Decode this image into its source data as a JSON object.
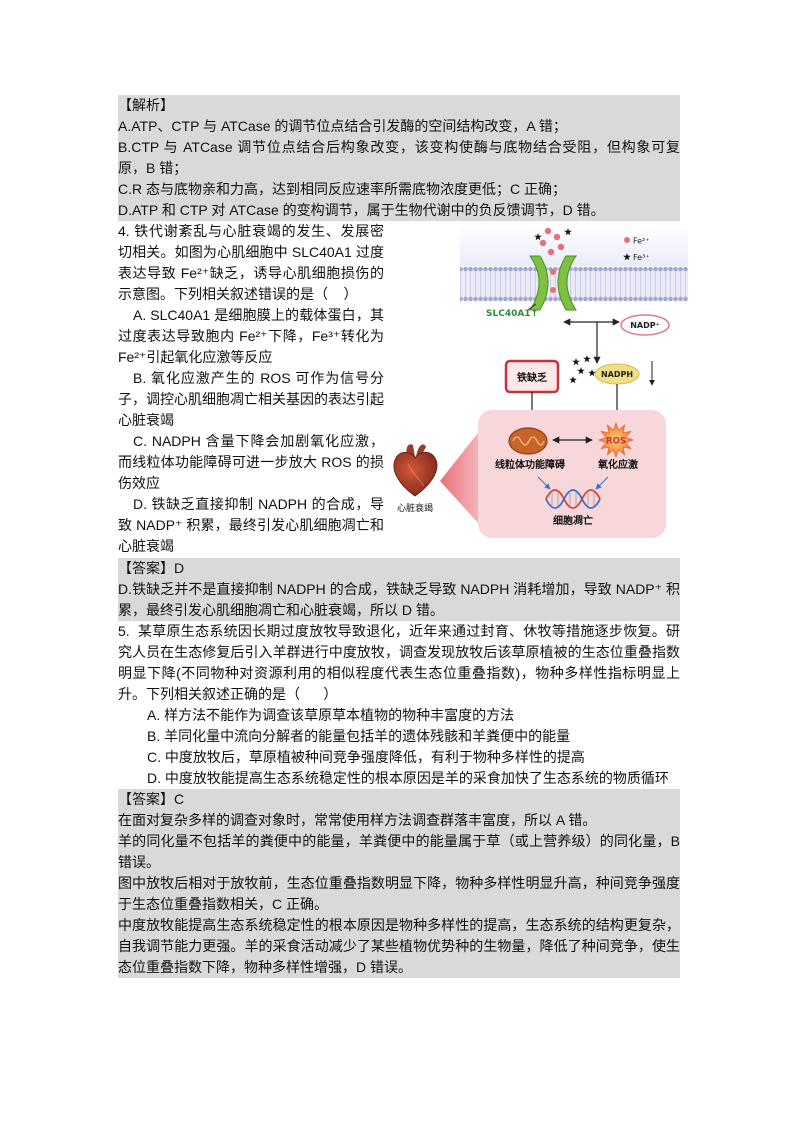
{
  "analysis": {
    "heading": "【解析】",
    "items": [
      "A.ATP、CTP 与 ATCase 的调节位点结合引发酶的空间结构改变，A 错；",
      "B.CTP 与 ATCase 调节位点结合后构象改变，该变构使酶与底物结合受阻，但构象可复原，B 错；",
      "C.R 态与底物亲和力高，达到相同反应速率所需底物浓度更低；C 正确；",
      "D.ATP 和 CTP 对 ATCase 的变构调节，属于生物代谢中的负反馈调节，D 错。"
    ]
  },
  "question4": {
    "stem": "4. 铁代谢紊乱与心脏衰竭的发生、发展密切相关。如图为心肌细胞中 SLC40A1 过度表达导致 Fe²⁺缺乏，诱导心肌细胞损伤的示意图。下列相关叙述错误的是（    ）",
    "options": [
      "A. SLC40A1 是细胞膜上的载体蛋白，其过度表达导致胞内 Fe²⁺下降，Fe³⁺转化为Fe²⁺引起氧化应激等反应",
      "B. 氧化应激产生的 ROS 可作为信号分子，调控心肌细胞凋亡相关基因的表达引起心脏衰竭",
      "C. NADPH 含量下降会加剧氧化应激，而线粒体功能障碍可进一步放大 ROS 的损伤效应",
      "D. 铁缺乏直接抑制 NADPH 的合成，导致 NADP⁺ 积累，最终引发心肌细胞凋亡和心脏衰竭"
    ],
    "figure": {
      "legend_fe2": "Fe²⁺",
      "legend_fe3": "Fe³⁺",
      "transporter_label": "SLC40A1↑",
      "nadp_label": "NADP⁺",
      "nadph_label": "NADPH",
      "iron_deficiency_label": "铁缺乏",
      "mito_label": "线粒体功能障碍",
      "ros_label": "ROS",
      "oxidative_stress_label": "氧化应激",
      "apoptosis_label": "细胞凋亡",
      "heart_label": "心脏衰竭"
    }
  },
  "answer4": {
    "heading": "【答案】D",
    "explanation": "D.铁缺乏并不是直接抑制 NADPH 的合成，铁缺乏导致 NADPH 消耗增加，导致 NADP⁺ 积累，最终引发心肌细胞凋亡和心脏衰竭，所以 D 错。"
  },
  "question5": {
    "stem": "5.  某草原生态系统因长期过度放牧导致退化，近年来通过封育、休牧等措施逐步恢复。研究人员在生态修复后引入羊群进行中度放牧，调查发现放牧后该草原植被的生态位重叠指数明显下降(不同物种对资源利用的相似程度代表生态位重叠指数)，物种多样性指标明显上升。下列相关叙述正确的是（      ）",
    "options": [
      "A. 样方法不能作为调查该草原草本植物的物种丰富度的方法",
      "B. 羊同化量中流向分解者的能量包括羊的遗体残骸和羊粪便中的能量",
      "C. 中度放牧后，草原植被种间竞争强度降低，有利于物种多样性的提高",
      "D. 中度放牧能提高生态系统稳定性的根本原因是羊的采食加快了生态系统的物质循环"
    ]
  },
  "answer5": {
    "heading": "【答案】C",
    "paragraphs": [
      "在面对复杂多样的调查对象时，常常使用样方法调查群落丰富度，所以 A 错。",
      "羊的同化量不包括羊的粪便中的能量，羊粪便中的能量属于草（或上营养级）的同化量，B 错误。",
      "图中放牧后相对于放牧前，生态位重叠指数明显下降，物种多样性明显升高，种间竞争强度于生态位重叠指数相关，C 正确。",
      "中度放牧能提高生态系统稳定性的根本原因是物种多样性的提高，生态系统的结构更复杂，自我调节能力更强。羊的采食活动减少了某些植物优势种的生物量，降低了种间竞争，使生态位重叠指数下降，物种多样性增强，D 错误。"
    ]
  }
}
